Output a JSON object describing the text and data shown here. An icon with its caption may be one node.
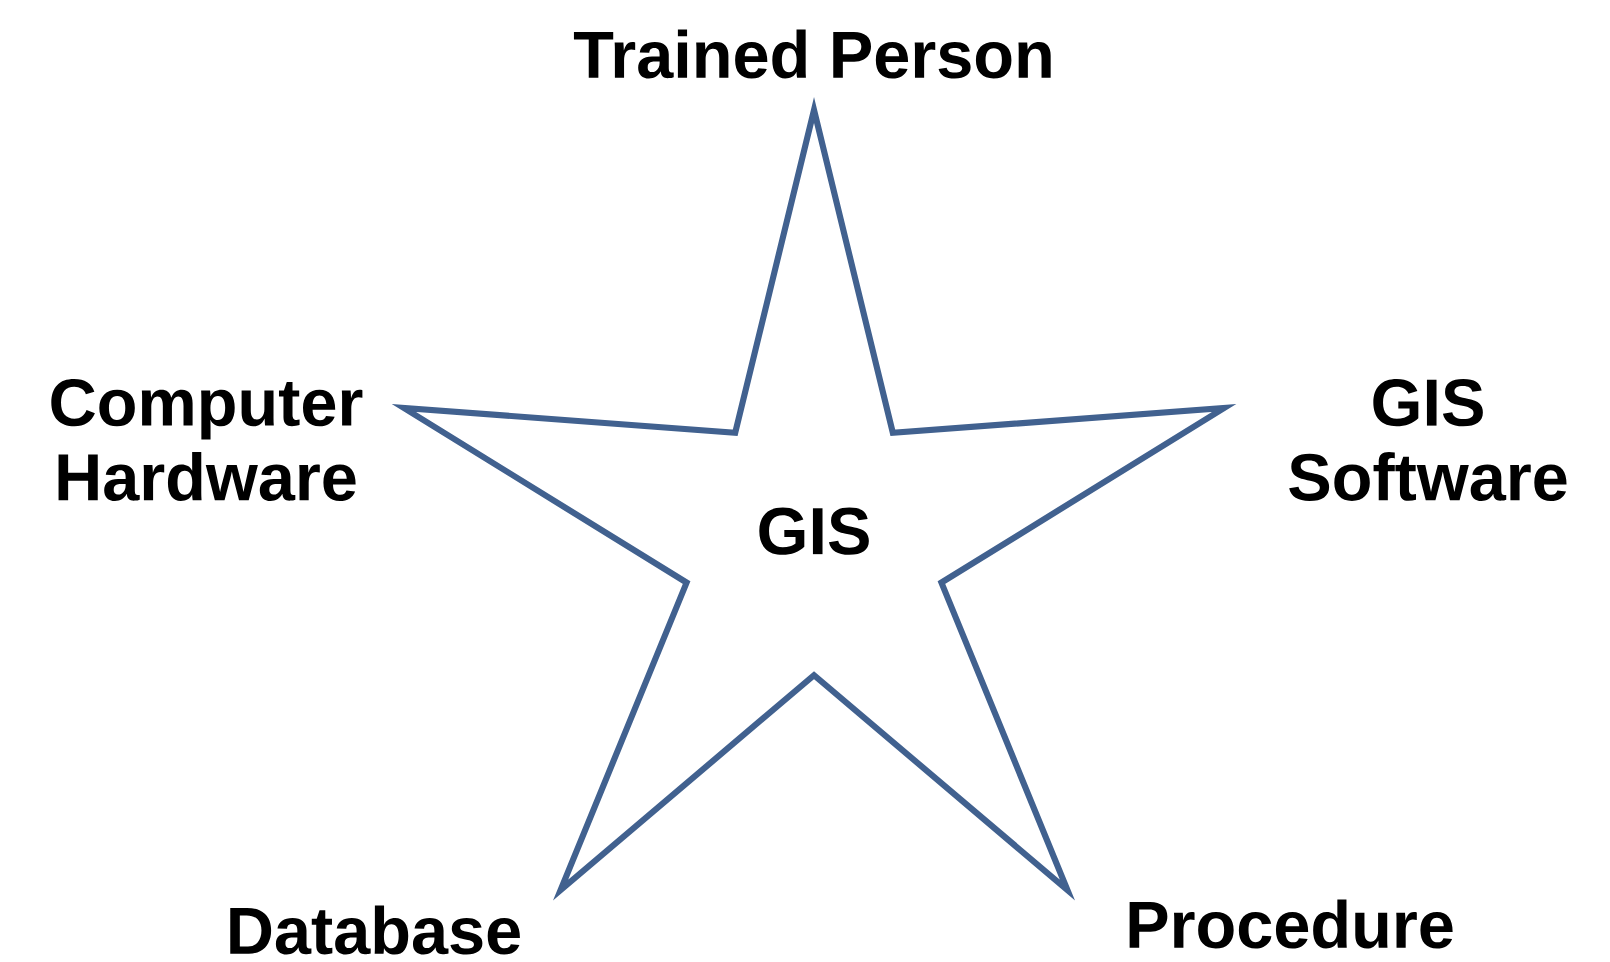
{
  "diagram": {
    "nodes": [
      {
        "text": [
          "GIS"
        ]
      }
    ],
    "labels": [
      "Trained Person",
      "Computer Hardware",
      "GIS Software",
      "Database",
      "Procedure"
    ]
  }
}
